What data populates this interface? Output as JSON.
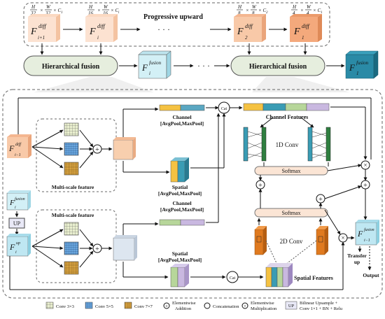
{
  "top": {
    "sizes": [
      {
        "h": "H",
        "hd": "32",
        "w": "W",
        "wd": "32",
        "c": "× C",
        "sub": "1"
      },
      {
        "h": "H",
        "hd": "16",
        "w": "W",
        "wd": "16",
        "c": "× C",
        "sub": "i"
      },
      {
        "h": "H",
        "hd": "8",
        "w": "W",
        "wd": "8",
        "c": "× C",
        "sub": "2"
      },
      {
        "h": "H",
        "hd": "4",
        "w": "W",
        "wd": "4",
        "c": "× C",
        "sub": "1"
      }
    ],
    "features": [
      {
        "base": "F",
        "sup": "diff",
        "sub": "i+1"
      },
      {
        "base": "F",
        "sup": "diff",
        "sub": "i"
      },
      {
        "base": "F",
        "sup": "diff",
        "sub": "2"
      },
      {
        "base": "F",
        "sup": "diff",
        "sub": "1"
      }
    ],
    "progressive_label": "Progressive upward",
    "dots": "·  ·  ·",
    "hf_label_left": "Hierarchical fusion",
    "hf_label_right": "Hierarchical fusion",
    "fusion_i": {
      "base": "F",
      "sup": "fusion",
      "sub": "i"
    },
    "fusion_1": {
      "base": "F",
      "sup": "fusion",
      "sub": "1"
    },
    "dots2": "·  ·  ·"
  },
  "bottom": {
    "f_diff_in": {
      "base": "F",
      "sup": "diff",
      "sub": "i−1"
    },
    "f_fusion_in": {
      "base": "F",
      "sup": "fusion",
      "sub": "i"
    },
    "up_label": "UP",
    "f_up": {
      "base": "F",
      "sup": "up",
      "sub": "i"
    },
    "multiscale_label_1": "Multi-scale feature",
    "multiscale_label_2": "Multi-scale feature",
    "channel_label_1a": "Channel",
    "channel_label_1b": "[AvgPool,MaxPool]",
    "spatial_label_1a": "Spatial",
    "spatial_label_1b": "[AvgPool,MaxPool]",
    "channel_label_2a": "Channel",
    "channel_label_2b": "[AvgPool,MaxPool]",
    "spatial_label_2a": "Spatial",
    "spatial_label_2b": "[AvgPool,MaxPool]",
    "cat_label": "Cat",
    "cat_label_2": "Cat",
    "channel_features": "Channel Features",
    "conv1d": "1D Conv",
    "softmax_1": "Softmax",
    "softmax_2": "Softmax",
    "conv2d": "2D Conv",
    "spatial_features": "Spatial Features",
    "f_out": {
      "base": "F",
      "sup": "fusion",
      "sub": "i−1"
    },
    "transfer_up_1": "Transfer",
    "transfer_up_2": "up",
    "output_label": "Output",
    "plus": "+",
    "times": "×"
  },
  "legend": {
    "conv3": "Conv 3×3",
    "conv5": "Conv 5×5",
    "conv7": "Conv 7×7",
    "ew_add_1": "Elementwise",
    "ew_add_2": "Addition",
    "concat": "Concatenation",
    "ew_mul_1": "Elementwise",
    "ew_mul_2": "Multiplication",
    "up_box": "UP",
    "bilinear_1": "Bilinear Upsample +",
    "bilinear_2": "Conv 1×1 + BN + Relu"
  },
  "colors": {
    "peach": "#f6c8a8",
    "peach_dark": "#e9a57a",
    "orange_diff": "#f4b183",
    "teal_light": "#bfe7f2",
    "teal": "#3a9cb4",
    "teal_dark": "#1f6f86",
    "hf_fill": "#e8efe0",
    "gray_light": "#dfe3e8",
    "lavender": "#c9b8e0",
    "green_bar": "#b7d69a",
    "yellow_bar": "#f5c242",
    "blue_bar": "#5b9bd5",
    "orange_block": "#e07a1f"
  }
}
